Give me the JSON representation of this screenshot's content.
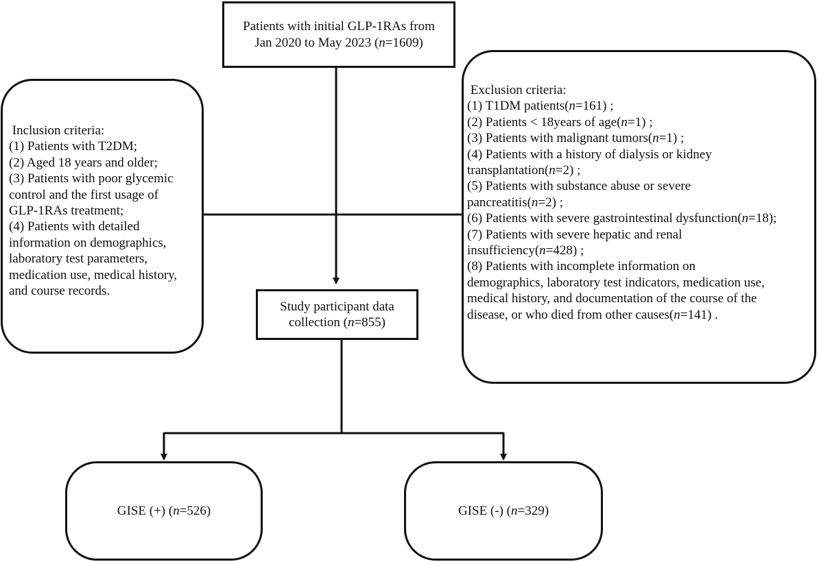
{
  "flowchart": {
    "top_box": {
      "lines": [
        [
          {
            "t": "Patients with initial GLP-1RAs from",
            "i": false
          }
        ],
        [
          {
            "t": "Jan 2020 to May 2023 (",
            "i": false
          },
          {
            "t": "n",
            "i": true
          },
          {
            "t": "=1609)",
            "i": false
          }
        ]
      ]
    },
    "inclusion_box": {
      "lines": [
        [
          {
            "t": " Inclusion criteria:",
            "i": false
          }
        ],
        [
          {
            "t": "(1) Patients with T2DM;",
            "i": false
          }
        ],
        [
          {
            "t": "(2) Aged 18 years and older;",
            "i": false
          }
        ],
        [
          {
            "t": "(3) Patients with poor glycemic",
            "i": false
          }
        ],
        [
          {
            "t": "control and the first usage of",
            "i": false
          }
        ],
        [
          {
            "t": "GLP-1RAs treatment;",
            "i": false
          }
        ],
        [
          {
            "t": "(4) Patients with detailed",
            "i": false
          }
        ],
        [
          {
            "t": "information on demographics,",
            "i": false
          }
        ],
        [
          {
            "t": "laboratory test parameters,",
            "i": false
          }
        ],
        [
          {
            "t": "medication use, medical history,",
            "i": false
          }
        ],
        [
          {
            "t": "and course records.",
            "i": false
          }
        ]
      ]
    },
    "exclusion_box": {
      "lines": [
        [
          {
            "t": " Exclusion criteria:",
            "i": false
          }
        ],
        [
          {
            "t": "(1) T1DM patients(",
            "i": false
          },
          {
            "t": "n",
            "i": true
          },
          {
            "t": "=161) ;",
            "i": false
          }
        ],
        [
          {
            "t": "(2) Patients < 18years of age(",
            "i": false
          },
          {
            "t": "n",
            "i": true
          },
          {
            "t": "=1) ;",
            "i": false
          }
        ],
        [
          {
            "t": "(3) Patients with malignant tumors(",
            "i": false
          },
          {
            "t": "n",
            "i": true
          },
          {
            "t": "=1) ;",
            "i": false
          }
        ],
        [
          {
            "t": "(4) Patients with a history of dialysis or kidney",
            "i": false
          }
        ],
        [
          {
            "t": "transplantation(",
            "i": false
          },
          {
            "t": "n",
            "i": true
          },
          {
            "t": "=2) ;",
            "i": false
          }
        ],
        [
          {
            "t": "(5) Patients with substance abuse or severe",
            "i": false
          }
        ],
        [
          {
            "t": "pancreatitis(",
            "i": false
          },
          {
            "t": "n",
            "i": true
          },
          {
            "t": "=2) ;",
            "i": false
          }
        ],
        [
          {
            "t": "(6) Patients with severe gastrointestinal dysfunction(",
            "i": false
          },
          {
            "t": "n",
            "i": true
          },
          {
            "t": "=18);",
            "i": false
          }
        ],
        [
          {
            "t": "(7) Patients with severe hepatic and renal",
            "i": false
          }
        ],
        [
          {
            "t": "insufficiency(",
            "i": false
          },
          {
            "t": "n",
            "i": true
          },
          {
            "t": "=428) ;",
            "i": false
          }
        ],
        [
          {
            "t": "(8) Patients with incomplete information on",
            "i": false
          }
        ],
        [
          {
            "t": "demographics, laboratory test indicators, medication use,",
            "i": false
          }
        ],
        [
          {
            "t": "medical history, and documentation of the course of the",
            "i": false
          }
        ],
        [
          {
            "t": "disease, or who died from other causes(",
            "i": false
          },
          {
            "t": "n",
            "i": true
          },
          {
            "t": "=141) .",
            "i": false
          }
        ]
      ]
    },
    "study_box": {
      "lines": [
        [
          {
            "t": "Study participant data",
            "i": false
          }
        ],
        [
          {
            "t": "collection (",
            "i": false
          },
          {
            "t": "n",
            "i": true
          },
          {
            "t": "=855)",
            "i": false
          }
        ]
      ]
    },
    "gise_pos_box": {
      "lines": [
        [
          {
            "t": "GISE (+) (",
            "i": false
          },
          {
            "t": "n",
            "i": true
          },
          {
            "t": "=526)",
            "i": false
          }
        ]
      ]
    },
    "gise_neg_box": {
      "lines": [
        [
          {
            "t": "GISE (-) (",
            "i": false
          },
          {
            "t": "n",
            "i": true
          },
          {
            "t": "=329)",
            "i": false
          }
        ]
      ]
    }
  }
}
